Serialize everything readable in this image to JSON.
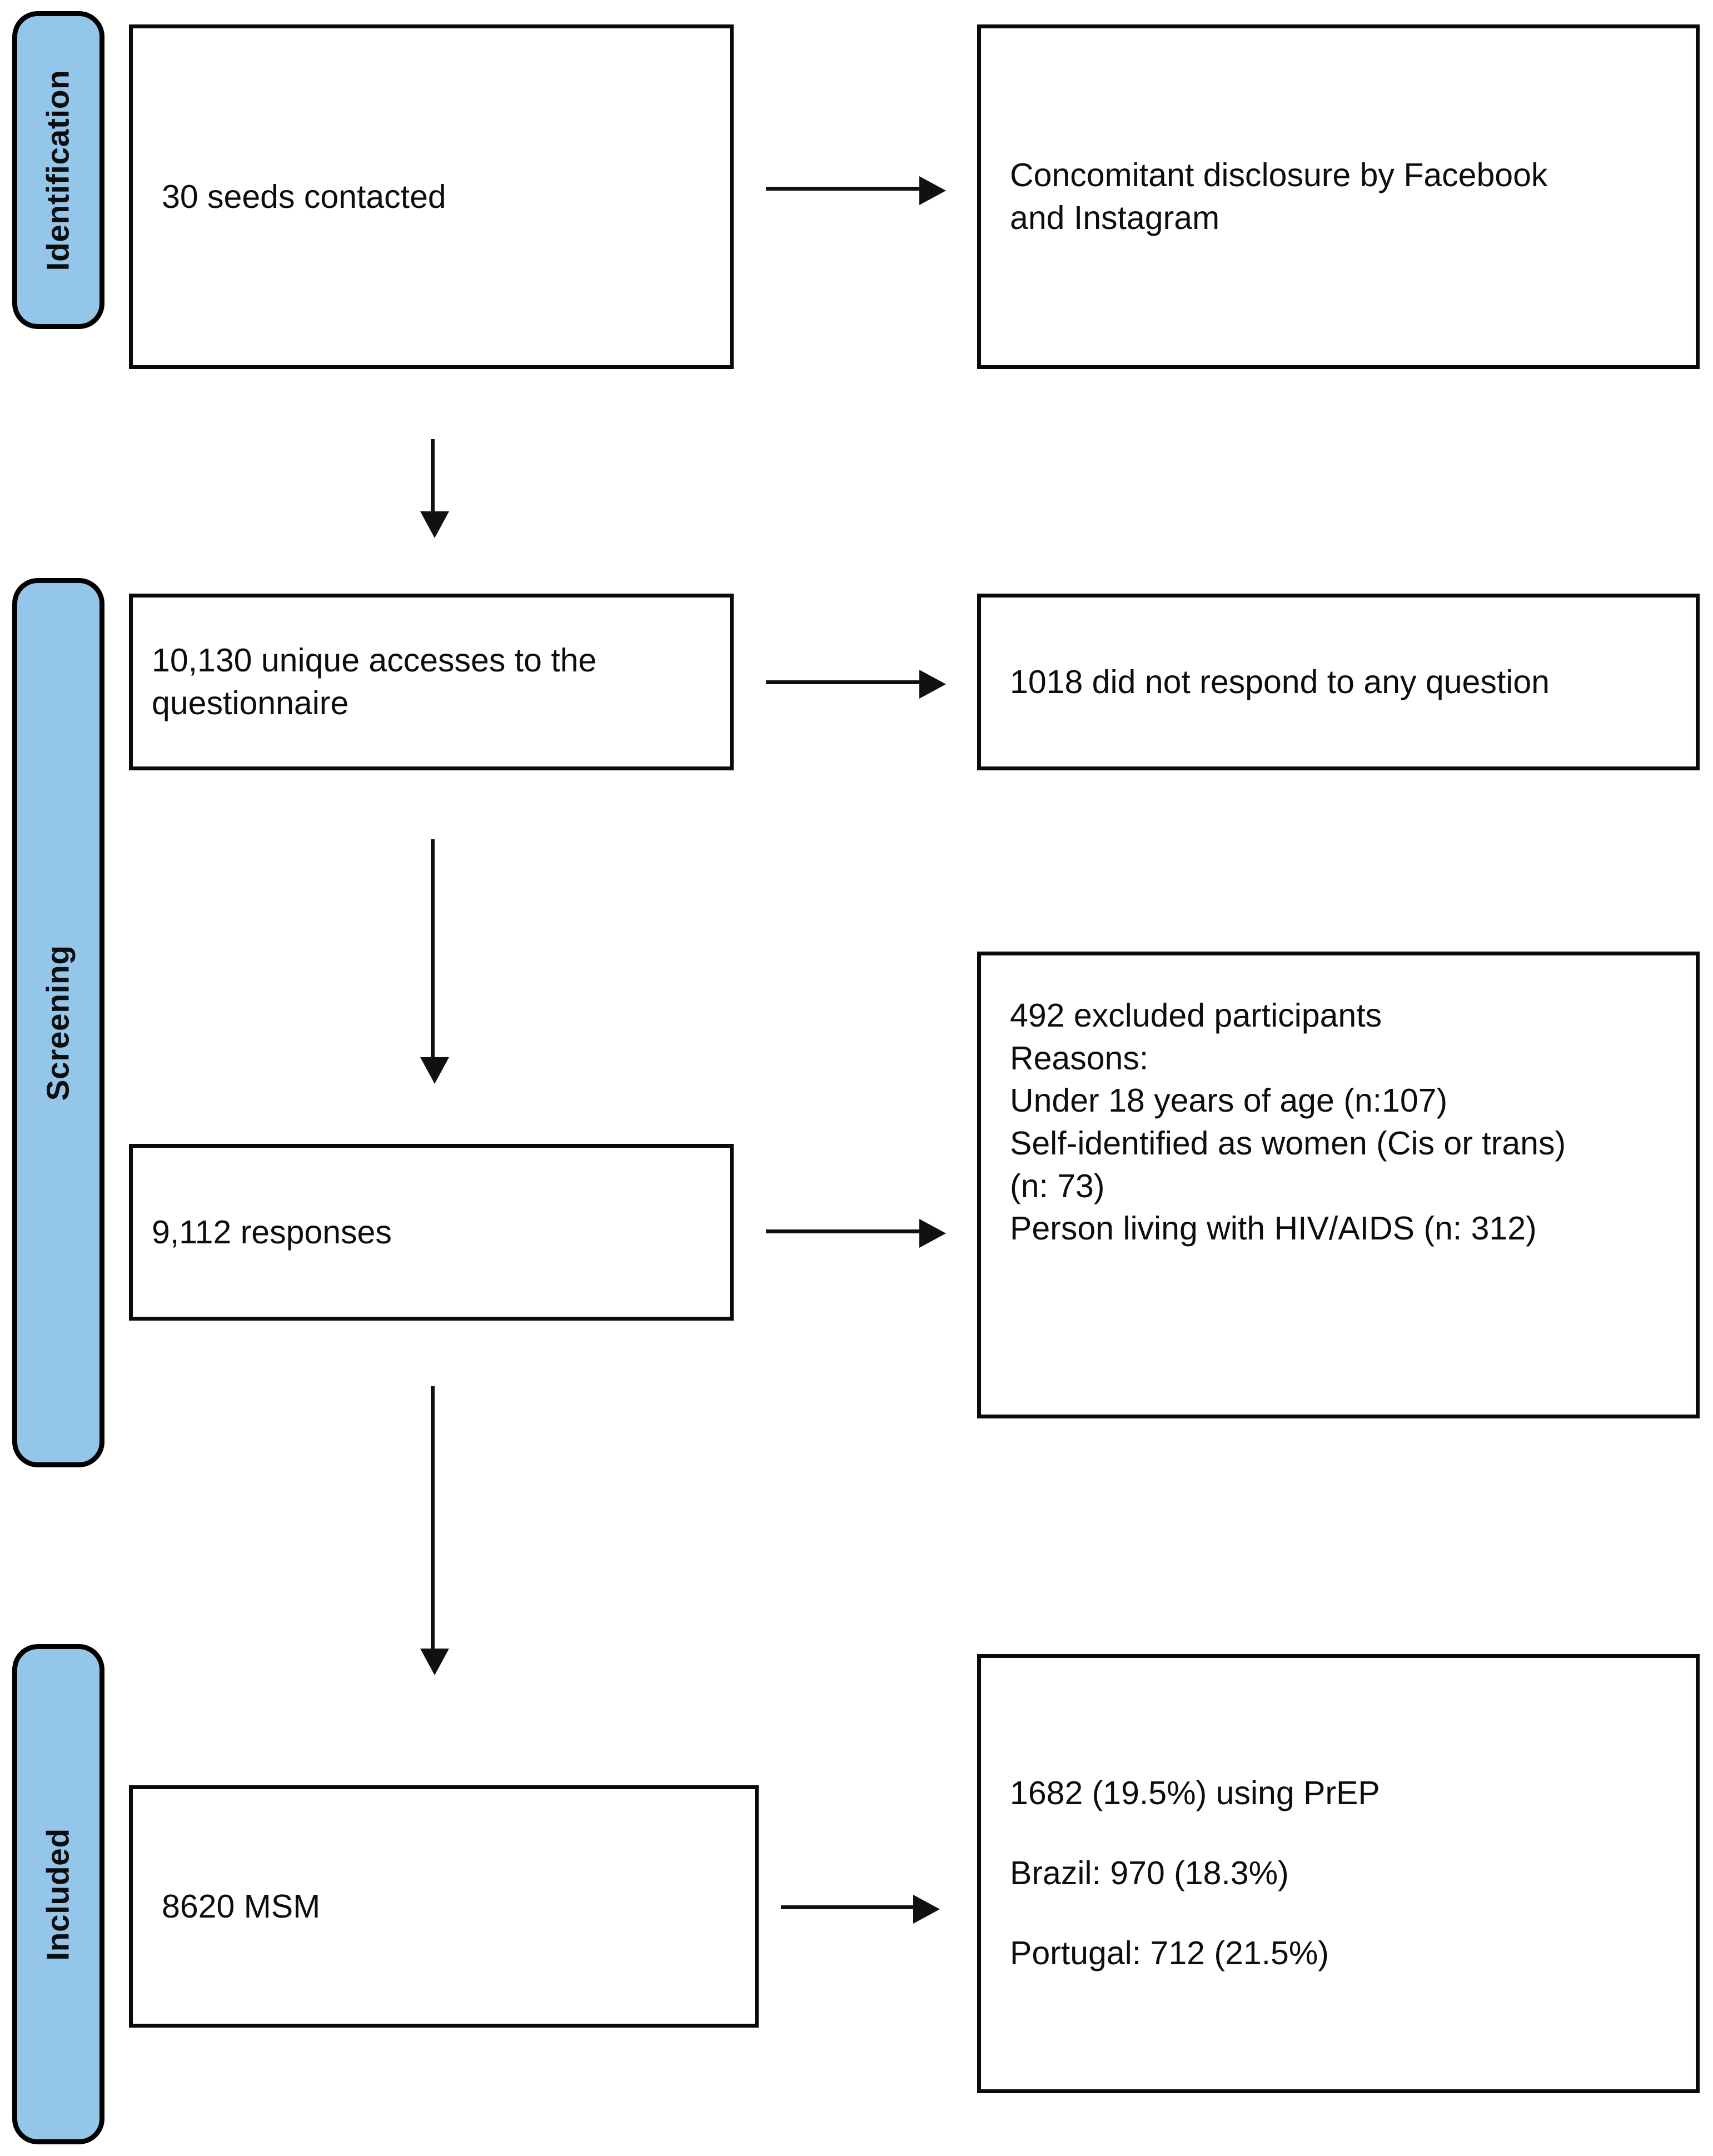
{
  "diagram": {
    "type": "prisma-flow-diagram",
    "accent_color": "#93C6E9",
    "line_color": "#111111",
    "stages": [
      {
        "id": "identification",
        "label": "Identification"
      },
      {
        "id": "screening",
        "label": "Screening"
      },
      {
        "id": "included",
        "label": "Included"
      }
    ],
    "boxes": {
      "seeds": {
        "text": "30 seeds contacted"
      },
      "disclosure": {
        "text": "Concomitant disclosure by Facebook\nand Instagram"
      },
      "accesses": {
        "text": "10,130 unique accesses to the\nquestionnaire"
      },
      "no_response": {
        "text": "1018 did not respond to any question"
      },
      "responses": {
        "text": "9,112 responses"
      },
      "excluded": {
        "text": "492 excluded participants\nReasons:\nUnder 18 years of age (n:107)\nSelf-identified as women (Cis or trans)\n(n: 73)\nPerson living with HIV/AIDS (n: 312)"
      },
      "included_msm": {
        "text": "8620 MSM"
      },
      "prep_results": {
        "text": "1682 (19.5%) using PrEP\n\nBrazil: 970 (18.3%)\n\nPortugal: 712 (21.5%)"
      }
    }
  },
  "chart_data": {
    "type": "diagram",
    "title": "Study participant flow",
    "nodes": [
      {
        "id": "seeds",
        "stage": "Identification",
        "label": "30 seeds contacted",
        "value": 30
      },
      {
        "id": "disclosure",
        "stage": "Identification",
        "label": "Concomitant disclosure by Facebook and Instagram"
      },
      {
        "id": "accesses",
        "stage": "Screening",
        "label": "10,130 unique accesses to the questionnaire",
        "value": 10130
      },
      {
        "id": "no_response",
        "stage": "Screening",
        "label": "1018 did not respond to any question",
        "value": 1018
      },
      {
        "id": "responses",
        "stage": "Screening",
        "label": "9,112 responses",
        "value": 9112
      },
      {
        "id": "excluded",
        "stage": "Screening",
        "label": "492 excluded participants",
        "value": 492,
        "reasons": [
          {
            "label": "Under 18 years of age",
            "n": 107
          },
          {
            "label": "Self-identified as women (Cis or trans)",
            "n": 73
          },
          {
            "label": "Person living with HIV/AIDS",
            "n": 312
          }
        ]
      },
      {
        "id": "included_msm",
        "stage": "Included",
        "label": "8620 MSM",
        "value": 8620
      },
      {
        "id": "prep_results",
        "stage": "Included",
        "label": "1682 (19.5%) using PrEP",
        "value": 1682,
        "percent": 19.5,
        "breakdown": [
          {
            "label": "Brazil",
            "n": 970,
            "percent": 18.3
          },
          {
            "label": "Portugal",
            "n": 712,
            "percent": 21.5
          }
        ]
      }
    ],
    "edges": [
      {
        "from": "seeds",
        "to": "disclosure",
        "direction": "right"
      },
      {
        "from": "seeds",
        "to": "accesses",
        "direction": "down"
      },
      {
        "from": "accesses",
        "to": "no_response",
        "direction": "right"
      },
      {
        "from": "accesses",
        "to": "responses",
        "direction": "down"
      },
      {
        "from": "responses",
        "to": "excluded",
        "direction": "right"
      },
      {
        "from": "responses",
        "to": "included_msm",
        "direction": "down"
      },
      {
        "from": "included_msm",
        "to": "prep_results",
        "direction": "right"
      }
    ]
  }
}
